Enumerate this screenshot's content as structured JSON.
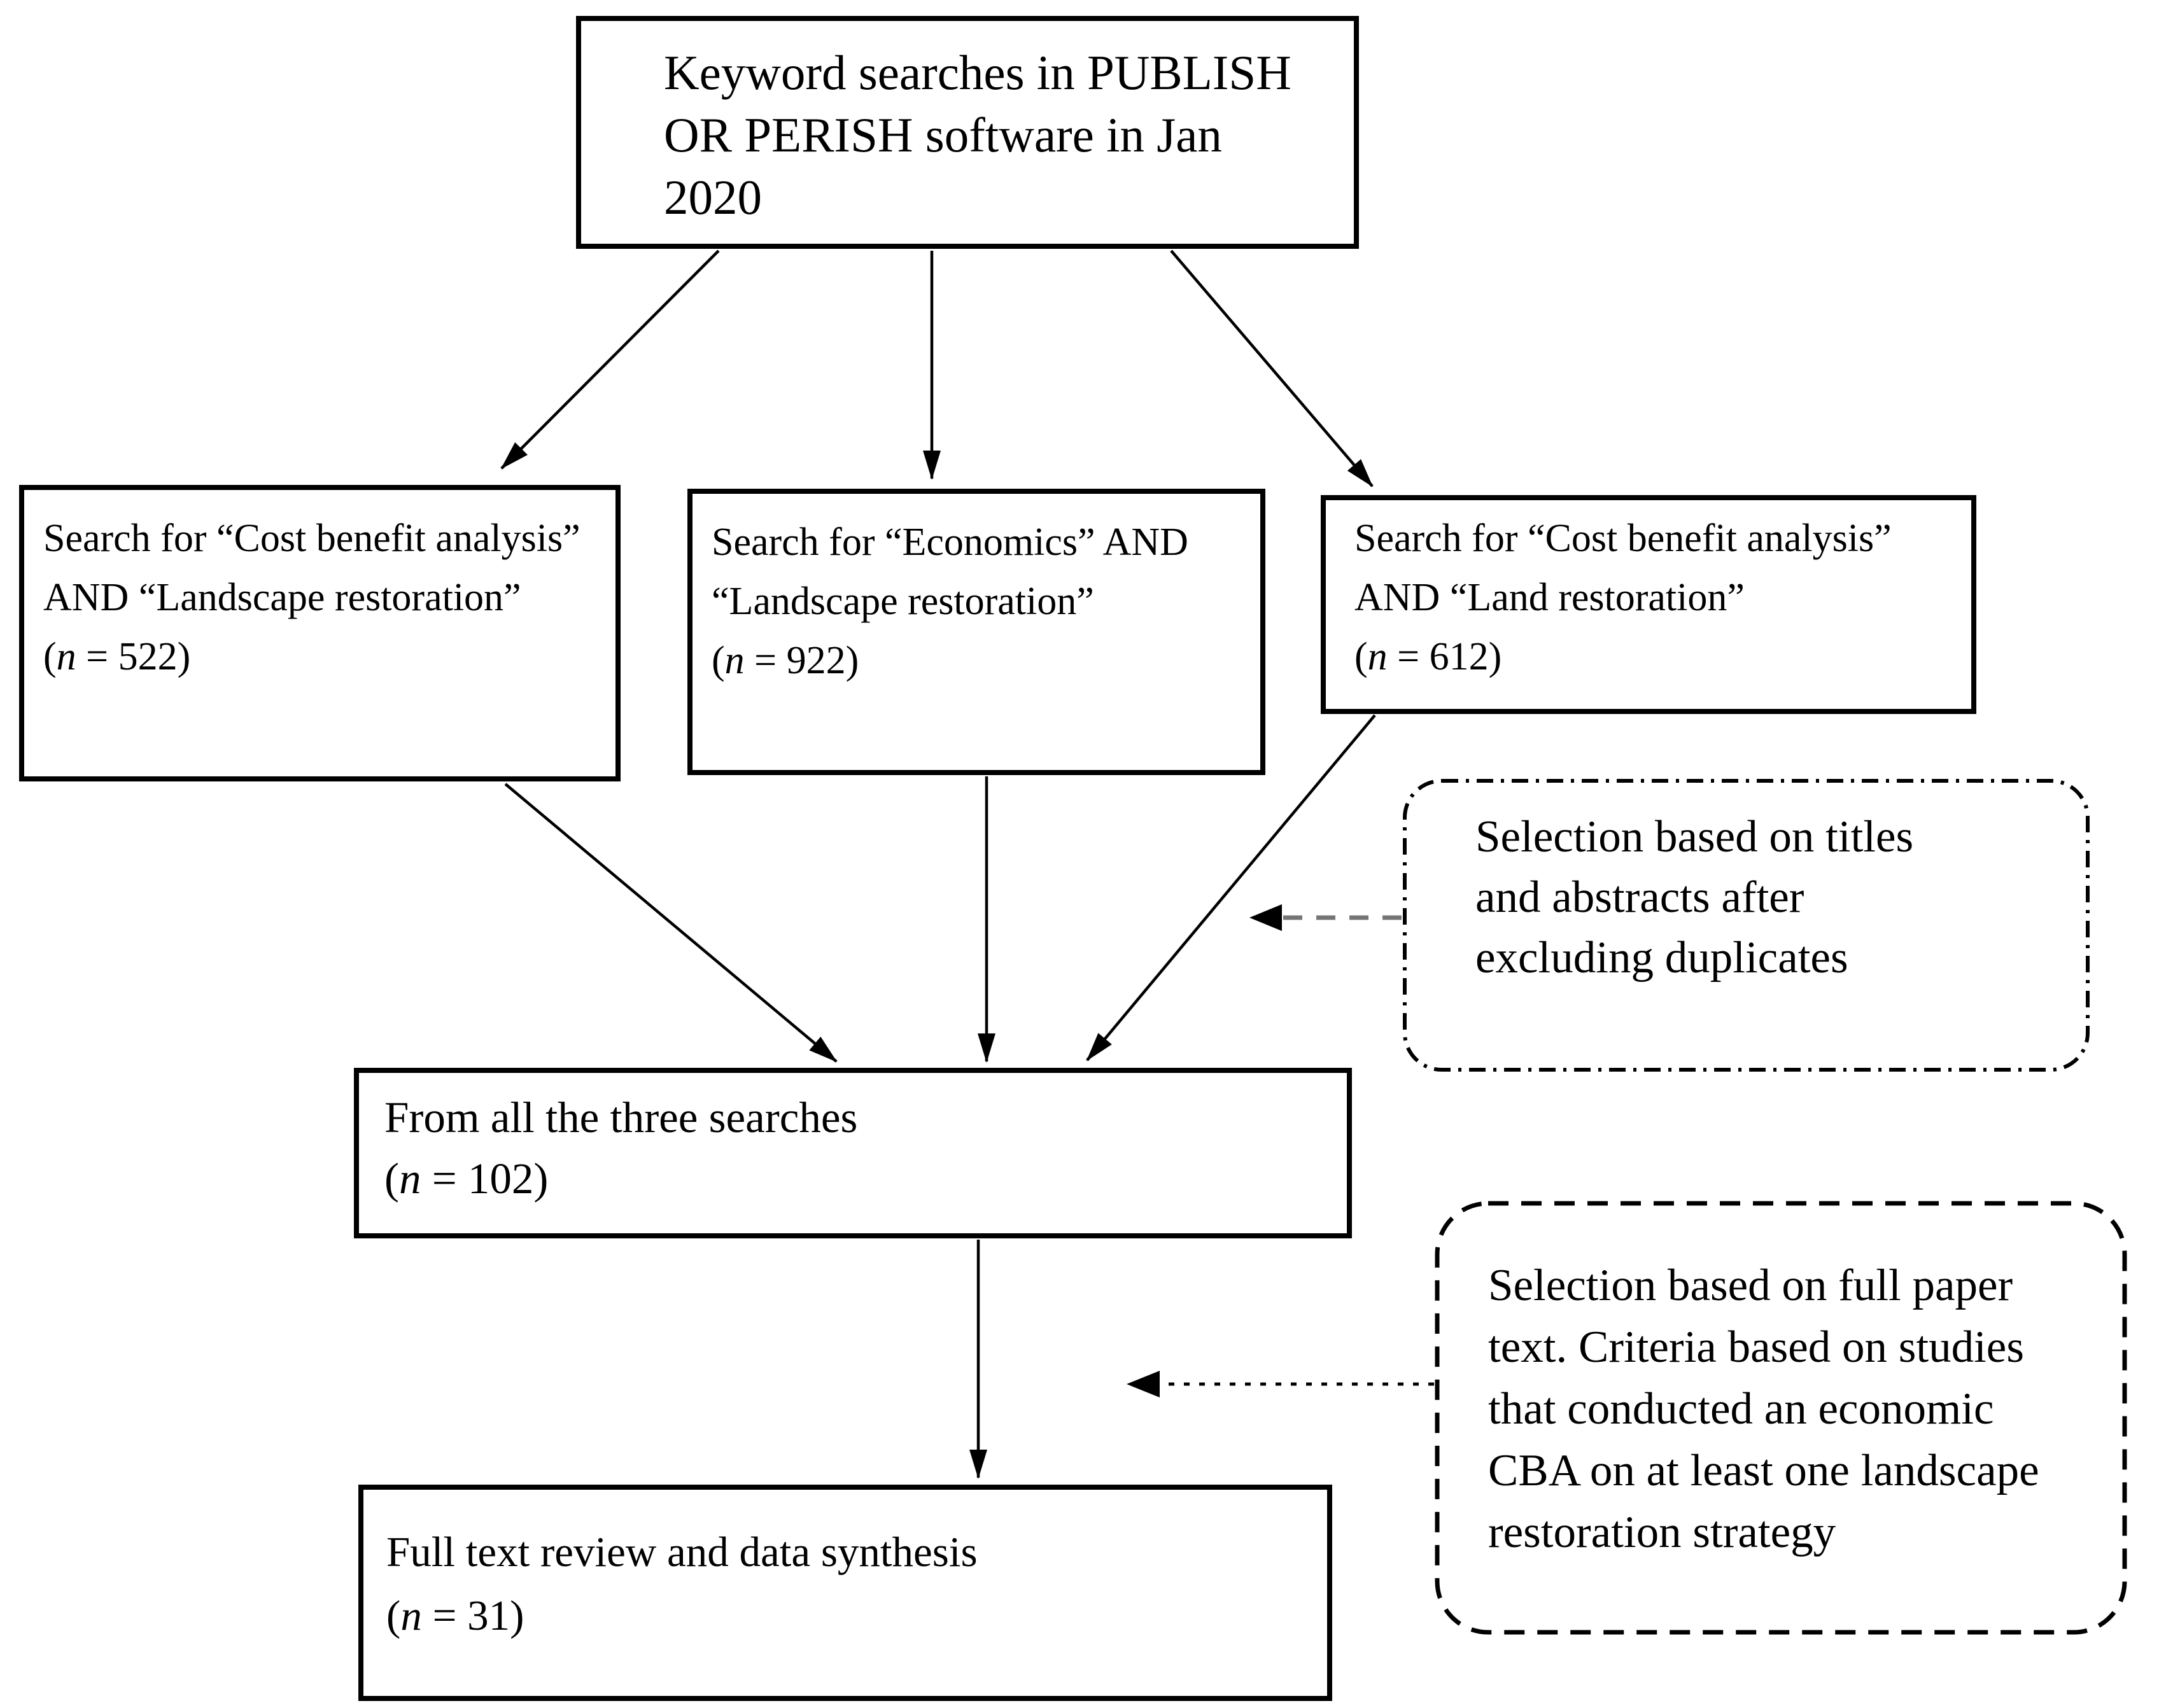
{
  "flowchart": {
    "colors": {
      "ink": "#000000",
      "background": "#ffffff",
      "annotation_arrow_dash": "#757575"
    },
    "top_box": {
      "lines": [
        "Keyword searches in PUBLISH",
        "OR PERISH software in Jan",
        "2020"
      ]
    },
    "search_boxes": [
      {
        "lines": [
          "Search for “Cost benefit analysis”",
          "AND “Landscape restoration”"
        ],
        "count": {
          "open": "(",
          "var": "n",
          "rest": " = 522)"
        }
      },
      {
        "lines": [
          "Search for “Economics” AND",
          "“Landscape restoration”"
        ],
        "count": {
          "open": "(",
          "var": "n",
          "rest": " = 922)"
        }
      },
      {
        "lines": [
          "Search for “Cost benefit analysis”",
          "AND “Land restoration”"
        ],
        "count": {
          "open": "(",
          "var": "n",
          "rest": " = 612)"
        }
      }
    ],
    "merge_box": {
      "line": "From all the three searches",
      "count": {
        "open": "(",
        "var": "n",
        "rest": " = 102)"
      }
    },
    "final_box": {
      "line": "Full text review and data synthesis",
      "count": {
        "open": "(",
        "var": "n",
        "rest": " = 31)"
      }
    },
    "annotations": [
      {
        "border_style": "dash-dot",
        "lines": [
          "Selection based on titles",
          "and abstracts after",
          "excluding duplicates"
        ]
      },
      {
        "border_style": "dashed",
        "lines": [
          "Selection based on full paper",
          "text. Criteria based on studies",
          "that conducted an economic",
          "CBA on at least one landscape",
          "restoration strategy"
        ]
      }
    ]
  }
}
